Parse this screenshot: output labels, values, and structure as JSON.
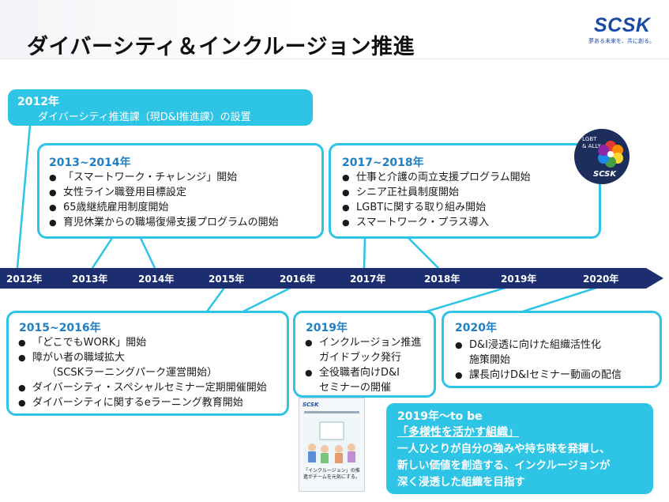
{
  "header": {
    "title": "ダイバーシティ＆インクルージョン推進",
    "logo": "SCSK",
    "slogan": "夢ある未来を、共に創る。"
  },
  "box_2012": {
    "heading": "2012年",
    "text": "ダイバーシティ推進課（現D&I推進課）の設置"
  },
  "box_2013": {
    "heading": "2013~2014年",
    "items": [
      "「スマートワーク・チャレンジ」開始",
      "女性ライン職登用目標設定",
      "65歳継続雇用制度開始",
      "育児休業からの職場復帰支援プログラムの開始"
    ]
  },
  "box_2017": {
    "heading": "2017~2018年",
    "items": [
      "仕事と介護の両立支援プログラム開始",
      "シニア正社員制度開始",
      "LGBTに関する取り組み開始",
      "スマートワーク・プラス導入"
    ]
  },
  "badge": {
    "text_top": "LGBT & ALLY",
    "text_bottom": "SCSK",
    "colors": [
      "#e53935",
      "#fb8c00",
      "#fdd835",
      "#43a047",
      "#1e88e5",
      "#8e24aa"
    ]
  },
  "timeline": {
    "years": [
      "2012年",
      "2013年",
      "2014年",
      "2015年",
      "2016年",
      "2017年",
      "2018年",
      "2019年",
      "2020年"
    ]
  },
  "box_2015": {
    "heading": "2015~2016年",
    "items": [
      "「どこでもWORK」開始",
      "障がい者の職域拡大",
      "ダイバーシティ・スペシャルセミナー定期開催開始",
      "ダイバーシティに関するeラーニング教育開始"
    ],
    "sub_note": "（SCSKラーニングパーク運営開始）"
  },
  "box_2019": {
    "heading": "2019年",
    "item1_line1": "インクルージョン推進",
    "item1_line2": "ガイドブック発行",
    "item2_line1": "全役職者向けD&I",
    "item2_line2": "セミナーの開催"
  },
  "box_2020": {
    "heading": "2020年",
    "item1_line1": "D&I浸透に向けた組織活性化",
    "item1_line2": "施策開始",
    "item2": "課長向けD&Iセミナー動画の配信"
  },
  "book": {
    "logo": "SCSK",
    "caption": "「インクルージョン」の推進がチームを元気にする。"
  },
  "tobe": {
    "heading": "2019年～to be",
    "subheading": "「多様性を活かす組織」",
    "line1": "一人ひとりが自分の強みや持ち味を発揮し、",
    "line2": "新しい価値を創造する、インクルージョンが",
    "line3": "深く浸透した組織を目指す"
  },
  "colors": {
    "accent_cyan": "#2ec4e6",
    "timeline_navy": "#1d2e70",
    "heading_blue": "#1f7fc4",
    "logo_blue": "#1b4aa6"
  }
}
